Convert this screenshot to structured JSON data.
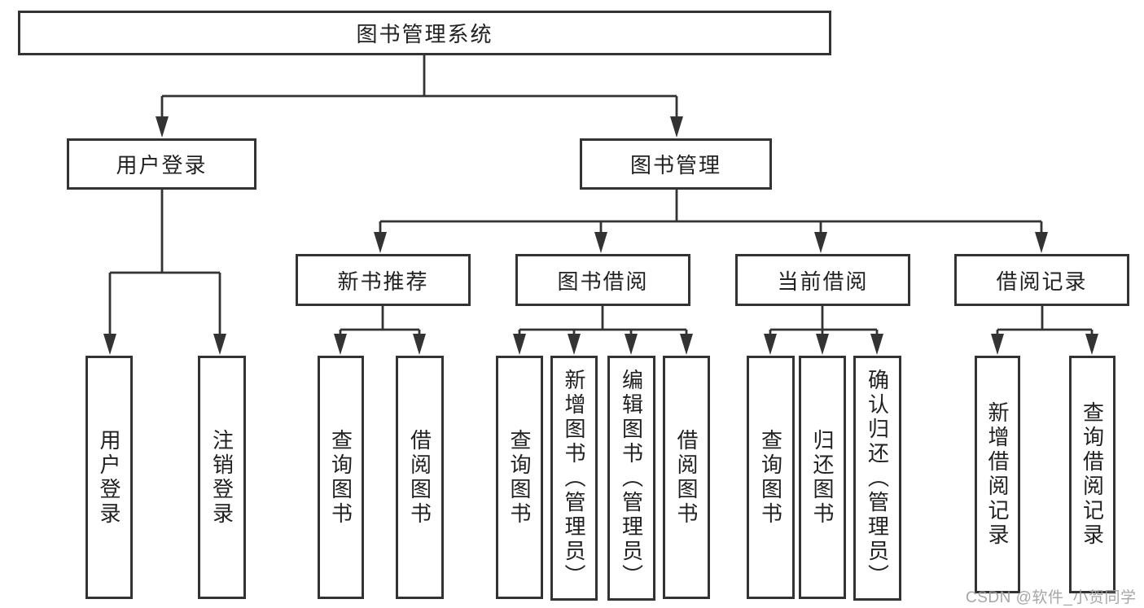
{
  "diagram": {
    "root": "图书管理系统",
    "level2": {
      "user_login": "用户登录",
      "book_management": "图书管理"
    },
    "level3": {
      "new_book_recommend": "新书推荐",
      "book_borrow": "图书借阅",
      "current_borrow": "当前借阅",
      "borrow_record": "借阅记录"
    },
    "leaves": {
      "user_login": "用户登录",
      "logout": "注销登录",
      "recommend_query_book": "查询图书",
      "recommend_borrow_book": "借阅图书",
      "borrow_query_book": "查询图书",
      "borrow_add_book": "新增图书（管理员）",
      "borrow_edit_book": "编辑图书（管理员）",
      "borrow_borrow_book": "借阅图书",
      "current_query_book": "查询图书",
      "current_return_book": "归还图书",
      "current_confirm_return": "确认归还（管理员）",
      "record_add_record": "新增借阅记录",
      "record_query_record": "查询借阅记录"
    }
  },
  "watermark": {
    "text": "CSDN @软件_小贺同学"
  },
  "colors": {
    "line": "#333333",
    "box_border": "#333333",
    "text": "#212121",
    "watermark": "#9f9f9f",
    "background": "#ffffff"
  }
}
